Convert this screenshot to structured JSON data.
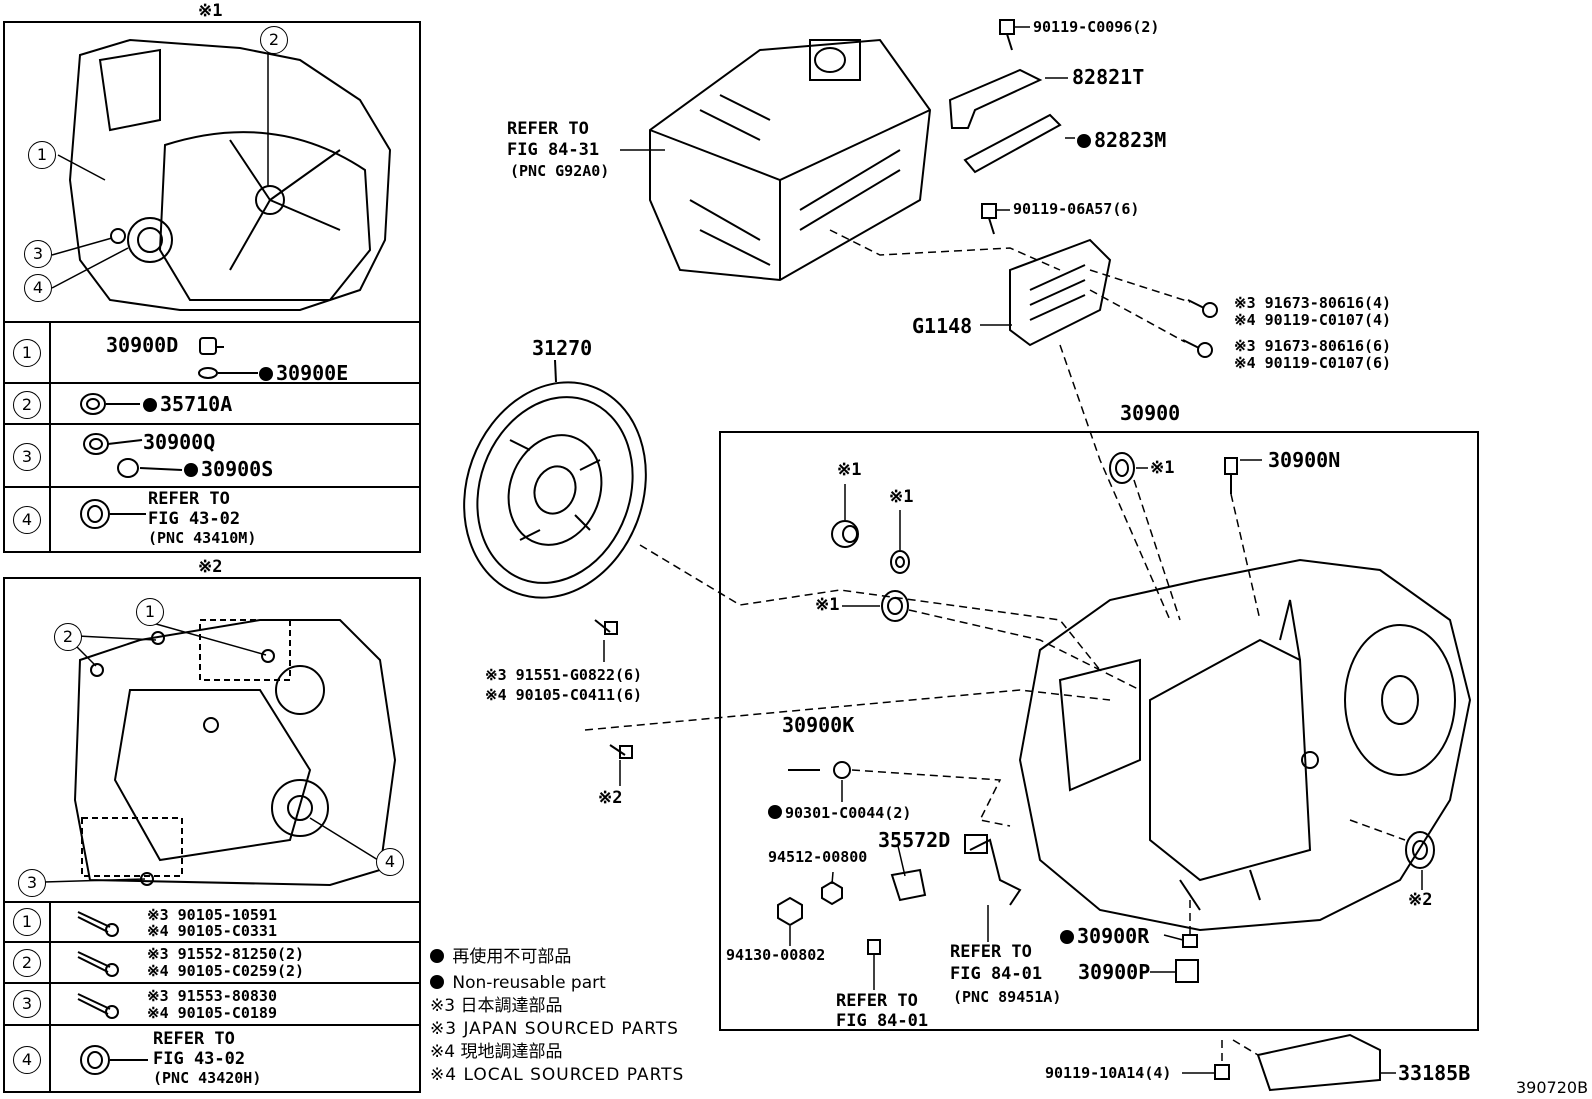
{
  "box1": {
    "title": "※1",
    "callouts": [
      "1",
      "2",
      "3",
      "4"
    ],
    "rows": [
      {
        "num": "1",
        "parts": [
          "30900D",
          "30900E"
        ]
      },
      {
        "num": "2",
        "parts": [
          "35710A"
        ]
      },
      {
        "num": "3",
        "parts": [
          "30900Q",
          "30900S"
        ]
      },
      {
        "num": "4",
        "refer": [
          "REFER TO",
          "FIG 43-02",
          "(PNC 43410M)"
        ]
      }
    ]
  },
  "box2": {
    "title": "※2",
    "callouts": [
      "1",
      "2",
      "3",
      "4"
    ],
    "rows": [
      {
        "num": "1",
        "parts": [
          "※3 90105-10591",
          "※4 90105-C0331"
        ]
      },
      {
        "num": "2",
        "parts": [
          "※3 91552-81250(2)",
          "※4 90105-C0259(2)"
        ]
      },
      {
        "num": "3",
        "parts": [
          "※3 91553-80830",
          "※4 90105-C0189"
        ]
      },
      {
        "num": "4",
        "refer": [
          "REFER TO",
          "FIG 43-02",
          "(PNC 43420H)"
        ]
      }
    ]
  },
  "legend": {
    "jp_nonreusable": "再使用不可部品",
    "en_nonreusable": "Non-reusable part",
    "jp_japan": "※3 日本調達部品",
    "en_japan": "※3 JAPAN SOURCED PARTS",
    "jp_local": "※4 現地調達部品",
    "en_local": "※4 LOCAL SOURCED PARTS"
  },
  "labels": {
    "p90119_c0096": "90119-C0096(2)",
    "p82821t": "82821T",
    "p82823m": "82823M",
    "refer_g92a0": [
      "REFER TO",
      "FIG 84-31",
      "(PNC G92A0)"
    ],
    "p90119_06a57": "90119-06A57(6)",
    "p91673_a": "※3 91673-80616(4)",
    "p90119_c0107_a": "※4 90119-C0107(4)",
    "p91673_b": "※3 91673-80616(6)",
    "p90119_c0107_b": "※4 90119-C0107(6)",
    "g1148": "G1148",
    "p31270": "31270",
    "p30900": "30900",
    "x1_a": "※1",
    "x1_b": "※1",
    "x1_c": "※1",
    "x1_d": "※1",
    "p30900n": "30900N",
    "p91551": "※3 91551-G0822(6)",
    "p90105_c0411": "※4 90105-C0411(6)",
    "x2_a": "※2",
    "x2_b": "※2",
    "p30900k": "30900K",
    "p90301": "90301-C0044(2)",
    "p35572d": "35572D",
    "p94512": "94512-00800",
    "p94130": "94130-00802",
    "refer_84_01_a": [
      "REFER TO",
      "FIG 84-01"
    ],
    "refer_84_01_b": [
      "REFER TO",
      "FIG 84-01",
      "(PNC 89451A)"
    ],
    "p30900r": "30900R",
    "p30900p": "30900P",
    "p90119_10a14": "90119-10A14(4)",
    "p33185b": "33185B",
    "fig_code": "390720B"
  }
}
